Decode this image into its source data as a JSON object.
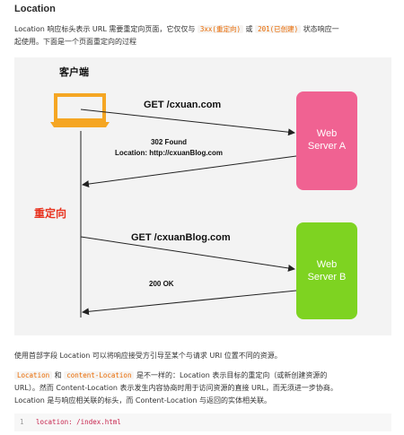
{
  "heading": "Location",
  "intro": {
    "p1": "Location 响应标头表示 URL 需要重定向页面，它仅仅与",
    "code1": "3xx(重定向)",
    "mid": "或",
    "code2": "201(已创建)",
    "p2": "状态响应一",
    "line2": "起使用。下面是一个页面重定向的过程"
  },
  "diagram": {
    "client_label": "客户端",
    "redirect_label": "重定向",
    "server_a": [
      "Web",
      "Server A"
    ],
    "server_b": [
      "Web",
      "Server B"
    ],
    "req1": "GET /cxuan.com",
    "resp1_line1": "302 Found",
    "resp1_line2": "Location: http://cxuanBlog.com",
    "req2": "GET /cxuanBlog.com",
    "resp2": "200 OK",
    "colors": {
      "client": "#f5a623",
      "server_a": "#f06292",
      "server_b": "#7ed321",
      "redirect": "#e8321e"
    }
  },
  "para2": "使用首部字段 Location 可以将响应接受方引导至某个与请求 URI 位置不同的资源。",
  "para3": {
    "code1": "Location",
    "and": "和",
    "code2": "content-Location",
    "rest1": "是不一样的：Location 表示目标的重定向（或新创建资源的",
    "line2": "URL）。然而 Content-Location 表示发生内容协商时用于访问资源的直接 URL，而无须进一步协商。",
    "line3": "Location 是与响应相关联的标头，而 Content-Location 与返回的实体相关联。"
  },
  "code_block": {
    "line_no": "1",
    "code": "location: /index.html"
  }
}
